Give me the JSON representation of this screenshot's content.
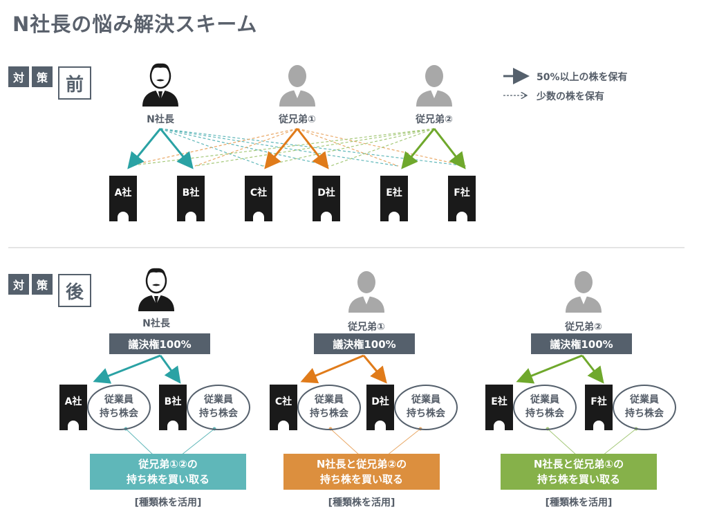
{
  "title": "N社長の悩み解決スキーム",
  "colors": {
    "n": "#2aa2a4",
    "c1": "#e07b1a",
    "c2": "#6fa82c",
    "dark": "#55606c",
    "box1": "#5fb7b9",
    "box2": "#dc8f3e",
    "box3": "#86b14a"
  },
  "before": {
    "tag1": "対",
    "tag2": "策",
    "phase": "前",
    "people": [
      {
        "label": "N社長",
        "icon": "businessman-icon"
      },
      {
        "label": "従兄弟①",
        "icon": "person-icon"
      },
      {
        "label": "従兄弟②",
        "icon": "person-icon"
      }
    ],
    "companies": [
      "A社",
      "B社",
      "C社",
      "D社",
      "E社",
      "F社"
    ]
  },
  "legend": {
    "majority": "50%以上の株を保有",
    "minority": "少数の株を保有"
  },
  "after": {
    "tag1": "対",
    "tag2": "策",
    "phase": "後",
    "groups": [
      {
        "person": "N社長",
        "icon": "businessman-icon",
        "vote": "議決権100%",
        "companies": [
          "A社",
          "B社"
        ],
        "esop": [
          "従業員",
          "持ち株会"
        ],
        "action": [
          "従兄弟①②の",
          "持ち株を買い取る"
        ],
        "kind": "[種類株を活用]"
      },
      {
        "person": "従兄弟①",
        "icon": "person-icon",
        "vote": "議決権100%",
        "companies": [
          "C社",
          "D社"
        ],
        "esop": [
          "従業員",
          "持ち株会"
        ],
        "action": [
          "N社長と従兄弟②の",
          "持ち株を買い取る"
        ],
        "kind": "[種類株を活用]"
      },
      {
        "person": "従兄弟②",
        "icon": "person-icon",
        "vote": "議決権100%",
        "companies": [
          "E社",
          "F社"
        ],
        "esop": [
          "従業員",
          "持ち株会"
        ],
        "action": [
          "N社長と従兄弟①の",
          "持ち株を買い取る"
        ],
        "kind": "[種類株を活用]"
      }
    ]
  }
}
